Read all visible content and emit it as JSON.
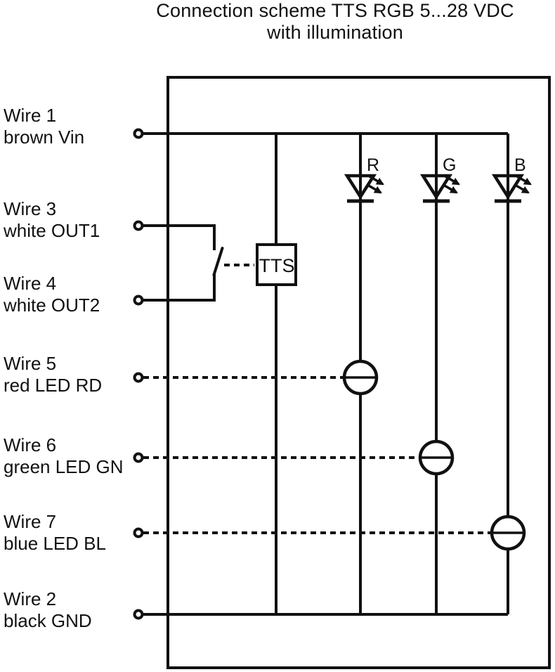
{
  "title": {
    "line1": "Connection scheme TTS RGB 5...28 VDC",
    "line2": "with illumination"
  },
  "wires": [
    {
      "name": "Wire 1",
      "desc": "brown Vin"
    },
    {
      "name": "Wire 3",
      "desc": "white OUT1"
    },
    {
      "name": "Wire 4",
      "desc": "white OUT2"
    },
    {
      "name": "Wire 5",
      "desc": "red LED RD"
    },
    {
      "name": "Wire 6",
      "desc": "green LED GN"
    },
    {
      "name": "Wire 7",
      "desc": "blue LED BL"
    },
    {
      "name": "Wire 2",
      "desc": "black GND"
    }
  ],
  "components": {
    "controller_label": "TTS",
    "led_labels": [
      "R",
      "G",
      "B"
    ]
  },
  "colors": {
    "line": "#111111",
    "background": "#ffffff"
  }
}
